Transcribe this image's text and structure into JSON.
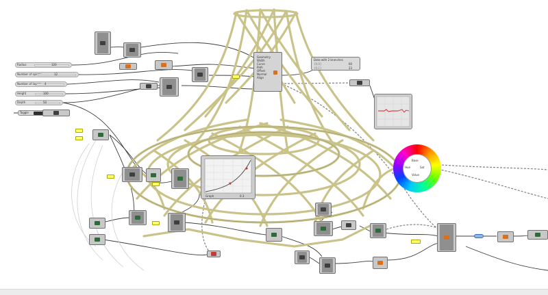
{
  "canvas": {
    "background": "#ffffff",
    "wire_color": "#3d3d3d",
    "lattice_color": "#c9c38a"
  },
  "sliders": [
    {
      "label": "Radius",
      "value": "120"
    },
    {
      "label": "Number of spirals",
      "value": "12"
    },
    {
      "label": "Number of layers",
      "value": "4"
    },
    {
      "label": "Height",
      "value": "100"
    },
    {
      "label": "Depth",
      "value": "50"
    }
  ],
  "toggle": {
    "label": "Toggle",
    "state": "true"
  },
  "inspector_panel": {
    "title": "Data with 2 branches",
    "rows": [
      "{0;0}",
      "{0;1}"
    ],
    "values": [
      "60",
      "23"
    ]
  },
  "param_list": {
    "items": [
      "Geometry",
      "Width",
      "Curve",
      "Path",
      "Offset",
      "Normal",
      "Align"
    ]
  },
  "color_wheel": {
    "title": "Base",
    "labels": [
      "Hue",
      "Sat",
      "Value"
    ]
  },
  "graph_mapper": {
    "label": "Graph",
    "value": "0.3"
  },
  "icons": [
    "graph-mapper-icon",
    "color-wheel-icon",
    "sparkline-panel-icon",
    "gear-icon"
  ]
}
